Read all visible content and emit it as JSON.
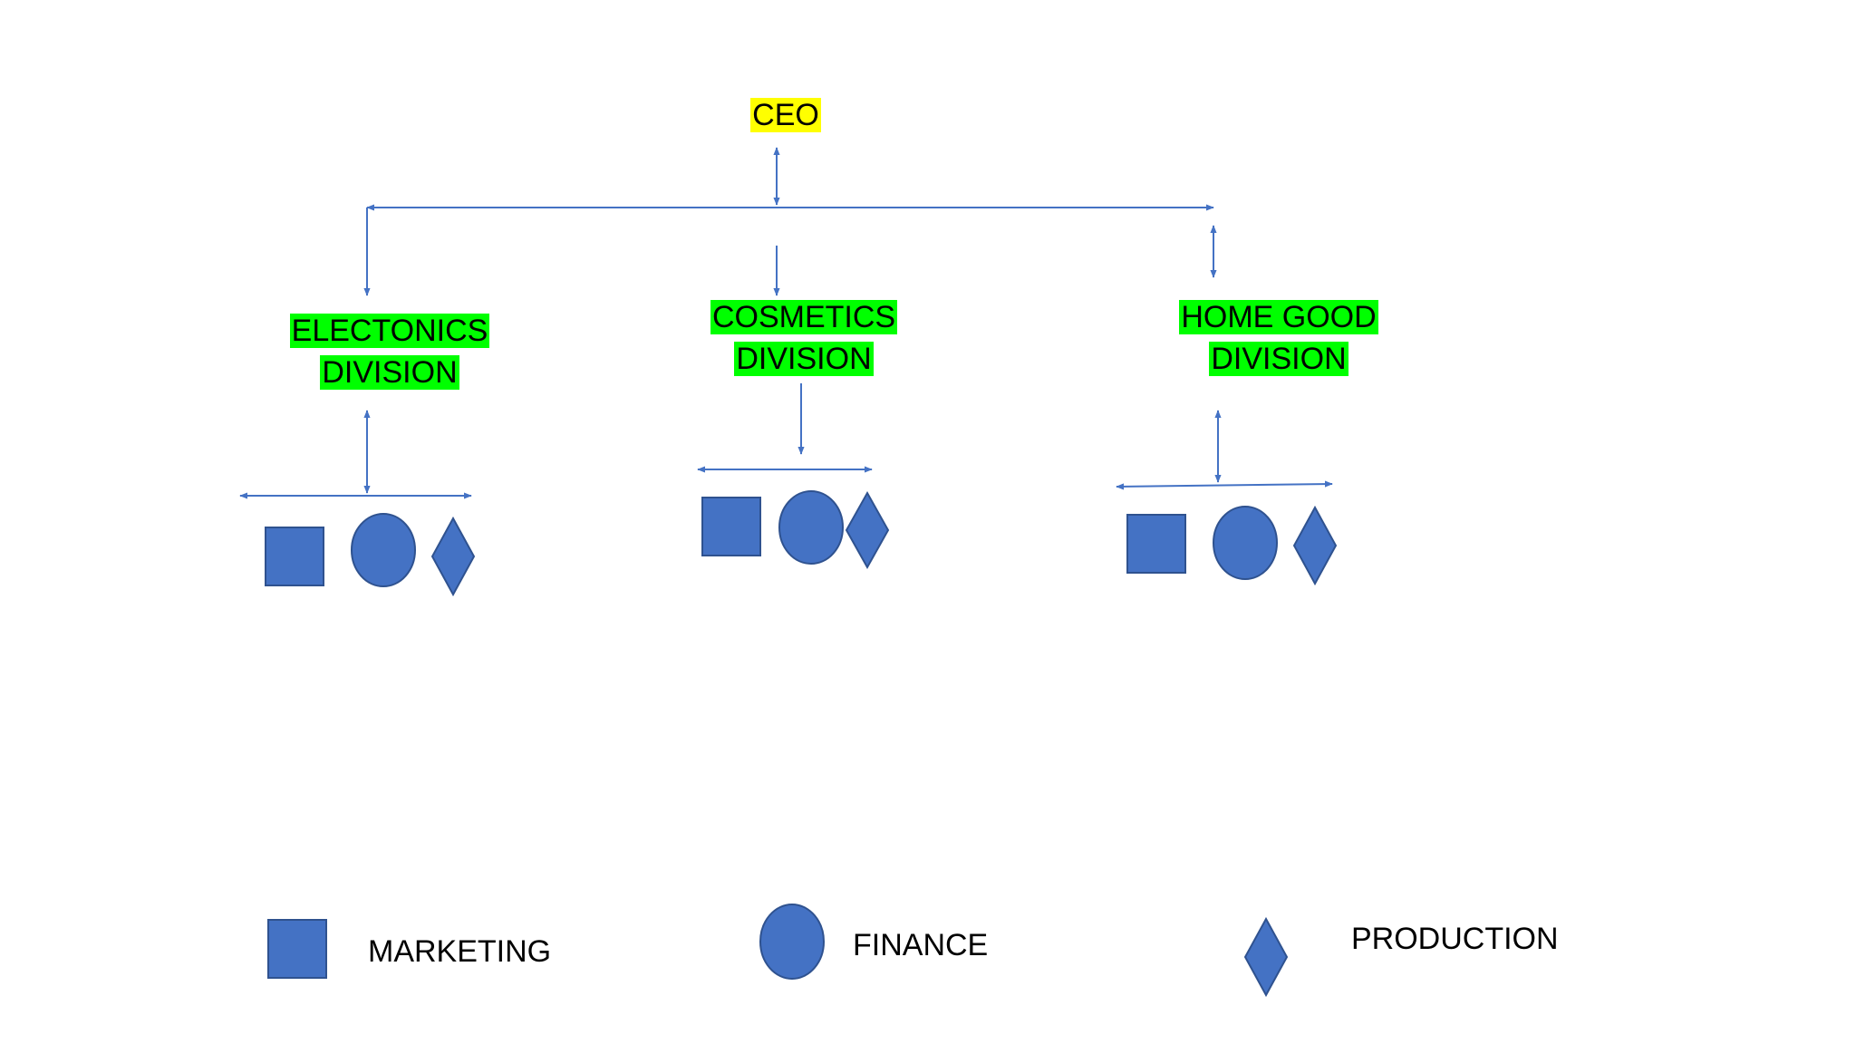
{
  "nodes": {
    "ceo": "CEO",
    "electronics": [
      "ELECTONICS",
      "DIVISION"
    ],
    "cosmetics": [
      "COSMETICS",
      "DIVISION"
    ],
    "home_good": [
      "HOME GOOD",
      "DIVISION"
    ]
  },
  "legend": {
    "marketing": "MARKETING",
    "finance": "FINANCE",
    "production": "PRODUCTION"
  },
  "colors": {
    "shape_fill": "#4472c4",
    "shape_stroke": "#2f528f",
    "arrow": "#4472c4",
    "ceo_highlight": "#ffff00",
    "division_highlight": "#00ff00"
  }
}
